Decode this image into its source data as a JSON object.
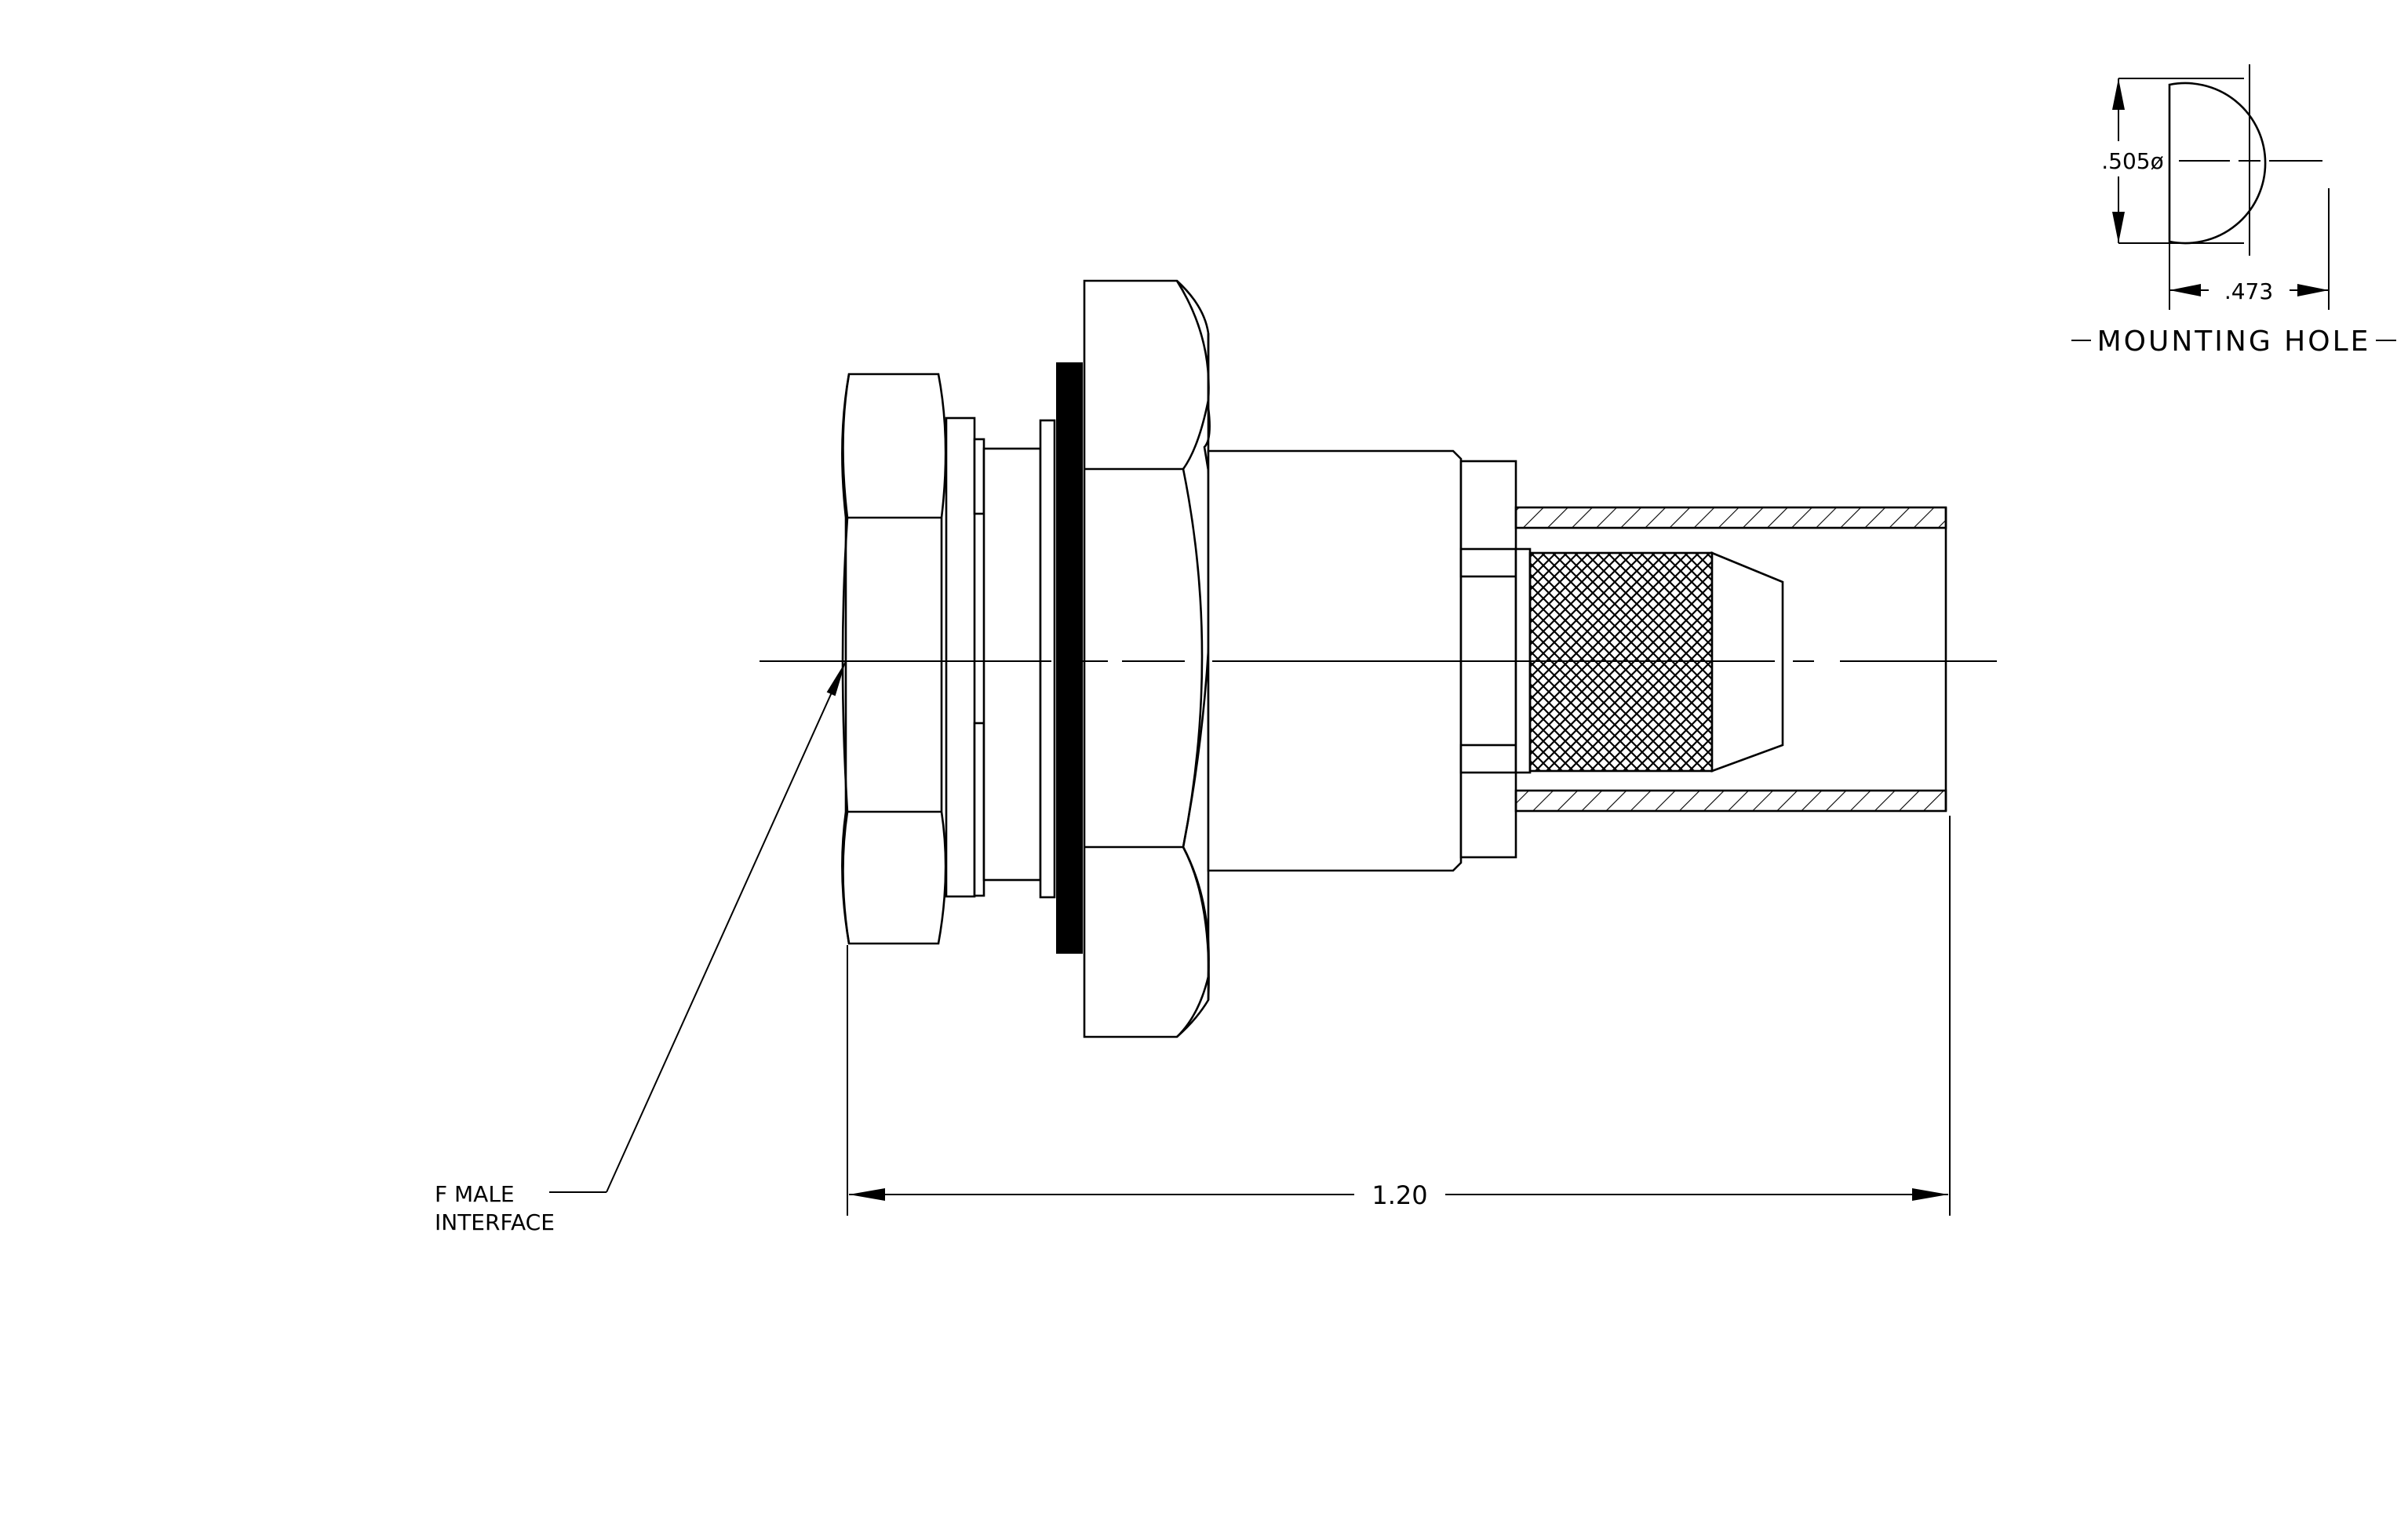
{
  "drawing": {
    "labels": {
      "overall_length": "1.20",
      "interface_line1": "F MALE",
      "interface_line2": "INTERFACE",
      "hole_diameter": ".505ø",
      "hole_flat": ".473",
      "mounting_hole_title": "MOUNTING HOLE"
    }
  }
}
